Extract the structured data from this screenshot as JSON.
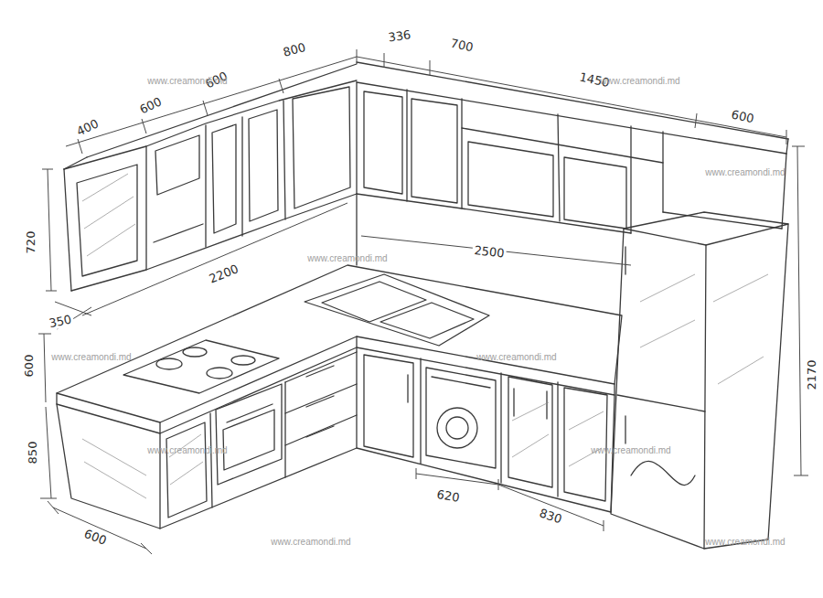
{
  "diagram": {
    "labels": [
      "800",
      "336",
      "700",
      "400",
      "600",
      "600",
      "1450",
      "600",
      "720",
      "2200",
      "2500",
      "350",
      "600",
      "850",
      "2170",
      "620",
      "830",
      "600",
      "www.creamondi.md",
      "www.creamondi.md",
      "www.creamondi.md",
      "www.creamondi.md",
      "www.creamondi.md",
      "www.creamondi.md",
      "www.creamondi.md",
      "www.creamondi.md",
      "www.creamondi.md",
      "www.creamondi.md"
    ]
  }
}
